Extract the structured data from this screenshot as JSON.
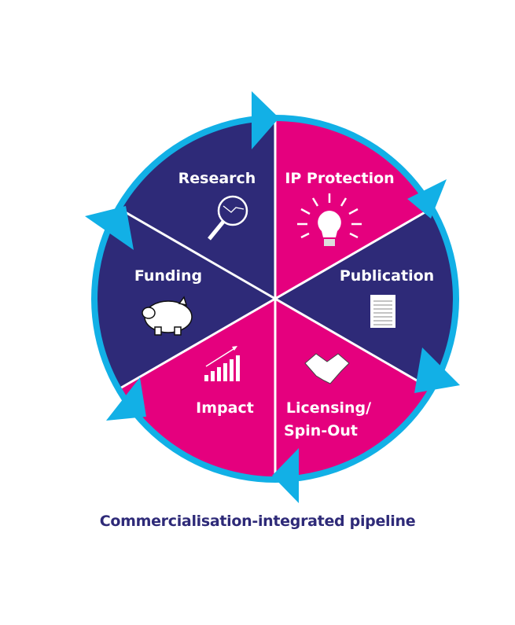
{
  "colors": {
    "navy": "#2e2a78",
    "magenta": "#e5007e",
    "cyan": "#12b0e6",
    "divider": "#ffffff"
  },
  "segments": [
    {
      "label": "Research",
      "color": "navy",
      "icon": "magnifier-chart-icon"
    },
    {
      "label": "IP Protection",
      "color": "magenta",
      "icon": "lightbulb-icon"
    },
    {
      "label": "Publication",
      "color": "navy",
      "icon": "document-icon"
    },
    {
      "label": "Licensing/",
      "label2": "Spin-Out",
      "color": "magenta",
      "icon": "handshake-icon"
    },
    {
      "label": "Impact",
      "color": "magenta",
      "icon": "growth-bar-chart-icon"
    },
    {
      "label": "Funding",
      "color": "navy",
      "icon": "piggy-bank-icon"
    }
  ],
  "caption": "Commercialisation-integrated pipeline"
}
